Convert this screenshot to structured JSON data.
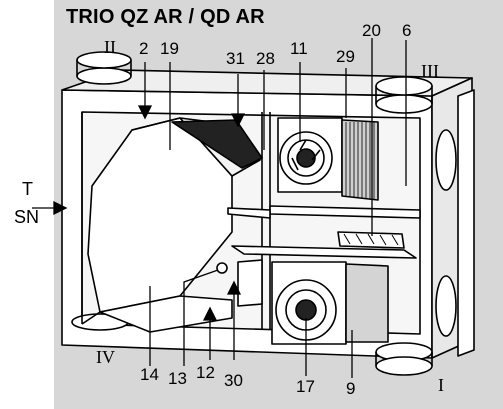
{
  "title": "TRIO QZ AR / QD AR",
  "side_label": {
    "line1": "T",
    "line2": "SN"
  },
  "callouts": {
    "c2": "2",
    "c19": "19",
    "c31": "31",
    "c28": "28",
    "c11": "11",
    "c29": "29",
    "c20": "20",
    "c6": "6",
    "c14": "14",
    "c13": "13",
    "c12": "12",
    "c30": "30",
    "c17": "17",
    "c9": "9"
  },
  "ports": {
    "p2": "II",
    "p3": "III",
    "p4": "IV",
    "p1": "I"
  }
}
